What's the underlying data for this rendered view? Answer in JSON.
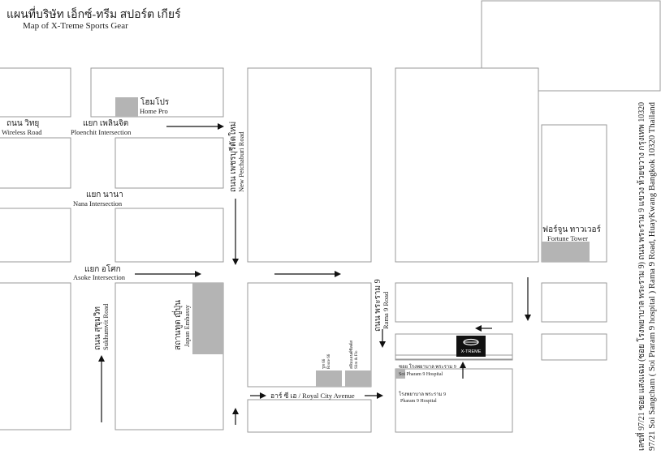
{
  "title": {
    "thai": "แผนที่บริษัท เอ็กซ์-ทรีม สปอร์ต เกียร์",
    "english": "Map of X-Treme Sports Gear"
  },
  "labels": {
    "wireless_road_th": "ถนน วิทยุ",
    "wireless_road_en": "Wireless Road",
    "ploenchit_th": "แยก เพลินจิต",
    "ploenchit_en": "Ploenchit Intersection",
    "homepro_th": "โฮมโปร",
    "homepro_en": "Home Pro",
    "nana_th": "แยก นานา",
    "nana_en": "Nana Intersection",
    "asoke_th": "แยก อโศก",
    "asoke_en": "Asoke Intersection",
    "petchaburi_th": "ถนน เพชรบุรีตัดใหม่",
    "petchaburi_en": "New Petchaburi Road",
    "sukhumvit_th": "ถนน สุขุมวิท",
    "sukhumvit_en": "Sukhumvit Road",
    "japan_th": "สถานทูต ญี่ปุ่น",
    "japan_en": "Japan Embassy",
    "rama9_th": "ถนน พระราม 9",
    "rama9_en": "Rama 9 Road",
    "fortune_th": "ฟอร์จูน ทาวเวอร์",
    "fortune_en": "Fortune Tower",
    "xtreme_logo_text": "X-TREME",
    "soi_th": "ซอย โรงพยาบาล พระราม 9",
    "soi_en": "Soi Pharam 9 Hospital",
    "hospital_th": "โรงพยาบาล พระราม 9",
    "hospital_en": "Pharam 9 Hospital",
    "rca_text": "อาร์ ซี เอ / Royal City Avenue",
    "route66_th": "รูท 66",
    "route66_en": "Route 66",
    "slim_th": "สลิมแอนด์ซิลด์ส",
    "slim_en": "Slim & Flo"
  },
  "address": {
    "thai": "เลขที่ 97/21 ซอย แสงแฉม (ซอย โรงพยาบาล พระราม 9) ถนน พระราม 9 แขวง ห้วยขวาง กรุงเทพ 10320",
    "english": "97/21 Soi Sangcham ( Soi Praram 9 hospital ) Rama 9 Road, HuayKwang Bangkok 10320 Thailand"
  },
  "colors": {
    "building": "#b4b4b4",
    "block_outline": "#9a9a9a",
    "logo_bg": "#111111"
  }
}
